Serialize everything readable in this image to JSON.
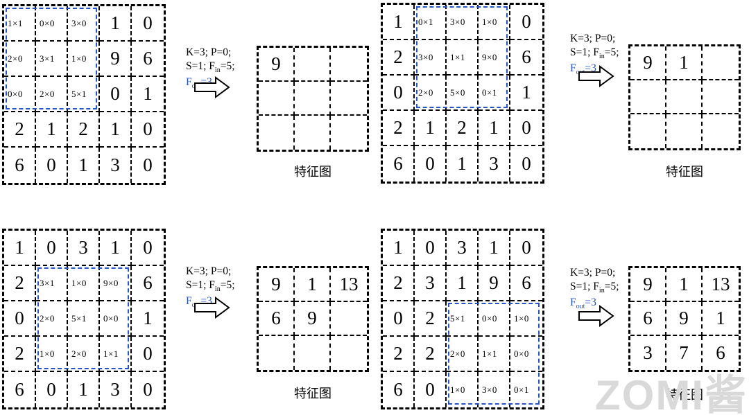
{
  "colors": {
    "accent_blue": "#2353cc",
    "grid_line": "#000000",
    "watermark_gray": "#d9d9d9"
  },
  "watermark": "ZOMI酱",
  "params": {
    "line1": "K=3; P=0;",
    "line2_prefix": "S=1; F",
    "line2_sub": "in",
    "line2_suffix": "=5;",
    "line3_prefix": "F",
    "line3_sub": "out",
    "line3_suffix": "=3"
  },
  "panels": [
    {
      "name": "conv-step-1",
      "matrix": [
        [
          "1×1",
          "0×0",
          "3×0",
          "1",
          "0"
        ],
        [
          "2×0",
          "3×1",
          "1×0",
          "9",
          "6"
        ],
        [
          "0×0",
          "2×0",
          "5×1",
          "0",
          "1"
        ],
        [
          "2",
          "1",
          "2",
          "1",
          "0"
        ],
        [
          "6",
          "0",
          "1",
          "3",
          "0"
        ]
      ],
      "highlight": {
        "row": 0,
        "col": 0,
        "rows": 3,
        "cols": 3
      },
      "output": [
        [
          "9",
          "",
          ""
        ],
        [
          "",
          "",
          ""
        ],
        [
          "",
          "",
          ""
        ]
      ],
      "label": "特征图"
    },
    {
      "name": "conv-step-2",
      "matrix": [
        [
          "1",
          "0×1",
          "3×0",
          "1×0",
          "0"
        ],
        [
          "2",
          "3×0",
          "1×1",
          "9×0",
          "6"
        ],
        [
          "0",
          "2×0",
          "5×0",
          "0×1",
          "1"
        ],
        [
          "2",
          "1",
          "2",
          "1",
          "0"
        ],
        [
          "6",
          "0",
          "1",
          "3",
          "0"
        ]
      ],
      "highlight": {
        "row": 0,
        "col": 1,
        "rows": 3,
        "cols": 3
      },
      "output": [
        [
          "9",
          "1",
          ""
        ],
        [
          "",
          "",
          ""
        ],
        [
          "",
          "",
          ""
        ]
      ],
      "label": "特征图"
    },
    {
      "name": "conv-step-5",
      "matrix": [
        [
          "1",
          "0",
          "3",
          "1",
          "0"
        ],
        [
          "2",
          "3×1",
          "1×0",
          "9×0",
          "6"
        ],
        [
          "0",
          "2×0",
          "5×1",
          "0×0",
          "1"
        ],
        [
          "2",
          "1×0",
          "2×0",
          "1×1",
          "0"
        ],
        [
          "6",
          "0",
          "1",
          "3",
          "0"
        ]
      ],
      "highlight": {
        "row": 1,
        "col": 1,
        "rows": 3,
        "cols": 3
      },
      "output": [
        [
          "9",
          "1",
          "13"
        ],
        [
          "6",
          "9",
          ""
        ],
        [
          "",
          "",
          ""
        ]
      ],
      "label": "特征图"
    },
    {
      "name": "conv-step-9",
      "matrix": [
        [
          "1",
          "0",
          "3",
          "1",
          "0"
        ],
        [
          "2",
          "3",
          "1",
          "9",
          "6"
        ],
        [
          "0",
          "2",
          "5×1",
          "0×0",
          "1×0"
        ],
        [
          "2",
          "2",
          "2×0",
          "1×1",
          "0×0"
        ],
        [
          "6",
          "0",
          "1×0",
          "3×0",
          "0×1"
        ]
      ],
      "highlight": {
        "row": 2,
        "col": 2,
        "rows": 3,
        "cols": 3
      },
      "output": [
        [
          "9",
          "1",
          "13"
        ],
        [
          "6",
          "9",
          "1"
        ],
        [
          "3",
          "7",
          "6"
        ]
      ],
      "label": "特征图"
    }
  ]
}
